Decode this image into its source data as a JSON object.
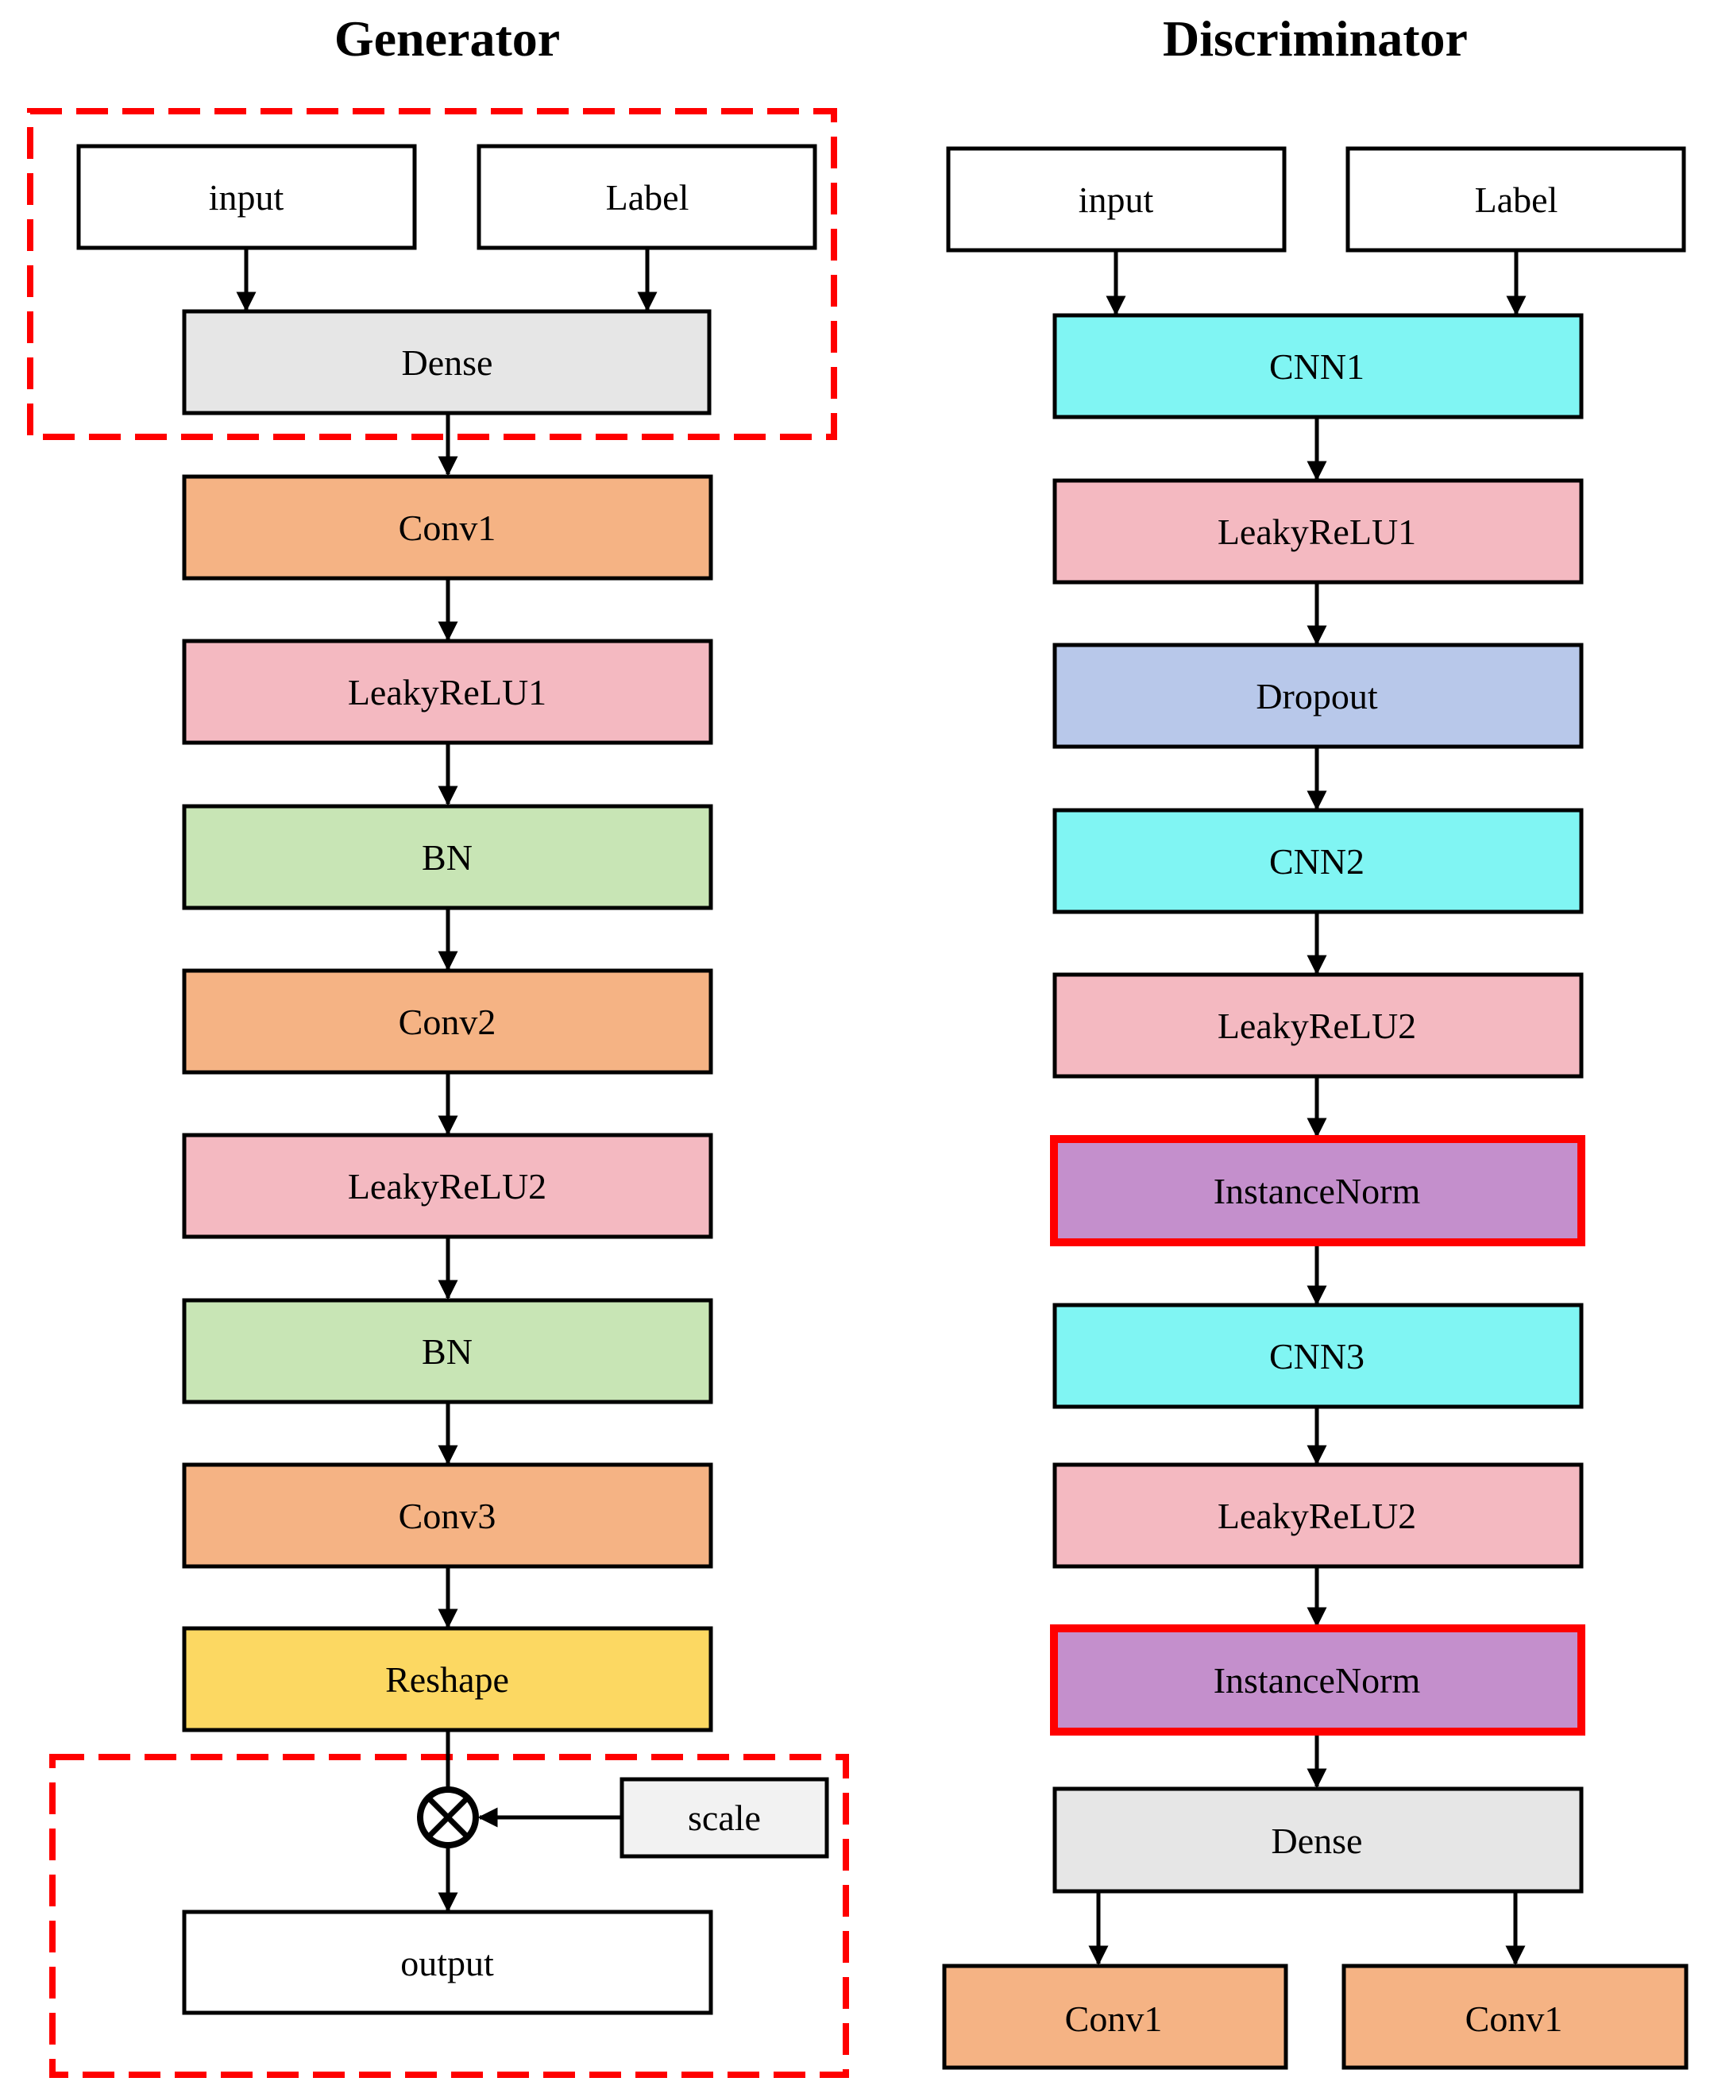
{
  "generator": {
    "title": "Generator",
    "nodes": {
      "input": "input",
      "label": "Label",
      "dense": "Dense",
      "conv1": "Conv1",
      "leaky1": "LeakyReLU1",
      "bn1": "BN",
      "conv2": "Conv2",
      "leaky2": "LeakyReLU2",
      "bn2": "BN",
      "conv3": "Conv3",
      "reshape": "Reshape",
      "scale": "scale",
      "output": "output"
    }
  },
  "discriminator": {
    "title": "Discriminator",
    "nodes": {
      "input": "input",
      "label": "Label",
      "cnn1": "CNN1",
      "leaky1": "LeakyReLU1",
      "dropout": "Dropout",
      "cnn2": "CNN2",
      "leaky2": "LeakyReLU2",
      "inorm1": "InstanceNorm",
      "cnn3": "CNN3",
      "leaky3": "LeakyReLU2",
      "inorm2": "InstanceNorm",
      "dense": "Dense",
      "out1": "Conv1",
      "out2": "Conv1"
    }
  },
  "colors": {
    "white": "#ffffff",
    "dense": "#e6e6e6",
    "conv": "#f5b384",
    "leaky": "#f4b9c1",
    "bn": "#c8e5b5",
    "reshape": "#fcd862",
    "scale": "#f2f2f2",
    "cnn": "#80f5f3",
    "dropout": "#b8c8ea",
    "instancenorm": "#c48fcc",
    "highlight": "#ff0000"
  }
}
